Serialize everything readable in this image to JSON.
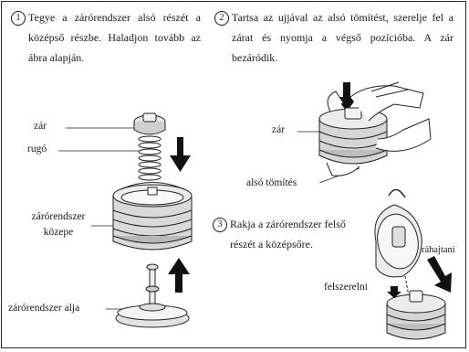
{
  "steps": [
    {
      "number": "1",
      "text": "Tegye a zárórendszer alsó részét a középső részbe. Haladjon tovább az ábra alapján."
    },
    {
      "number": "2",
      "text": "Tartsa az ujjával az alsó tömítést, szerelje fel a zárat és nyomja a végső pozícióba. A zár bezáródik."
    },
    {
      "number": "3",
      "text": "Rakja a zárórendszer felső részét a középsőre."
    }
  ],
  "labels": {
    "zar_left": "zár",
    "rugo": "rugó",
    "zarorendszer_kozepe_line1": "zárórendszer",
    "zarorendszer_kozepe_line2": "közepe",
    "zarorendszer_alja": "zárórendszer alja",
    "zar_right": "zár",
    "also_tomites": "alsó tömítés",
    "rahajtani": "ráhajtani",
    "felszerelni": "felszerelni"
  }
}
